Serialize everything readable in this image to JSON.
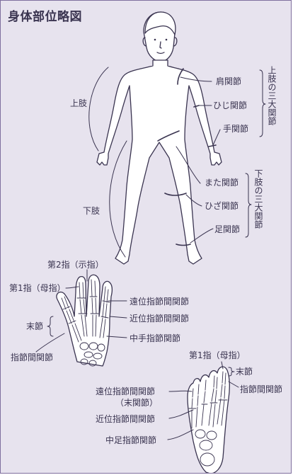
{
  "title": "身体部位略図",
  "body": {
    "upper_limb": "上肢",
    "lower_limb": "下肢",
    "shoulder": "肩関節",
    "elbow": "ひじ関節",
    "wrist": "手関節",
    "hip": "また関節",
    "knee": "ひざ関節",
    "ankle": "足関節",
    "upper_three": "上肢の三大関節",
    "lower_three": "下肢の三大関節"
  },
  "hand": {
    "finger2": "第2指（示指）",
    "finger1": "第1指（母指）",
    "distal_phalanx": "末節",
    "ip_joint": "指節間関節",
    "dip": "遠位指節間関節",
    "pip": "近位指節間関節",
    "mcp": "中手指節関節"
  },
  "foot": {
    "toe1": "第1指（母指）",
    "distal_phalanx": "末節",
    "ip_joint": "指節間関節",
    "dip": "遠位指節間関節",
    "dip_alt": "（末関節）",
    "pip": "近位指節間関節",
    "mtp": "中足指節関節"
  },
  "colors": {
    "background": "#e7e3ee",
    "frame": "#7f6f9e",
    "line": "#3a3450",
    "fill": "#ffffff"
  }
}
